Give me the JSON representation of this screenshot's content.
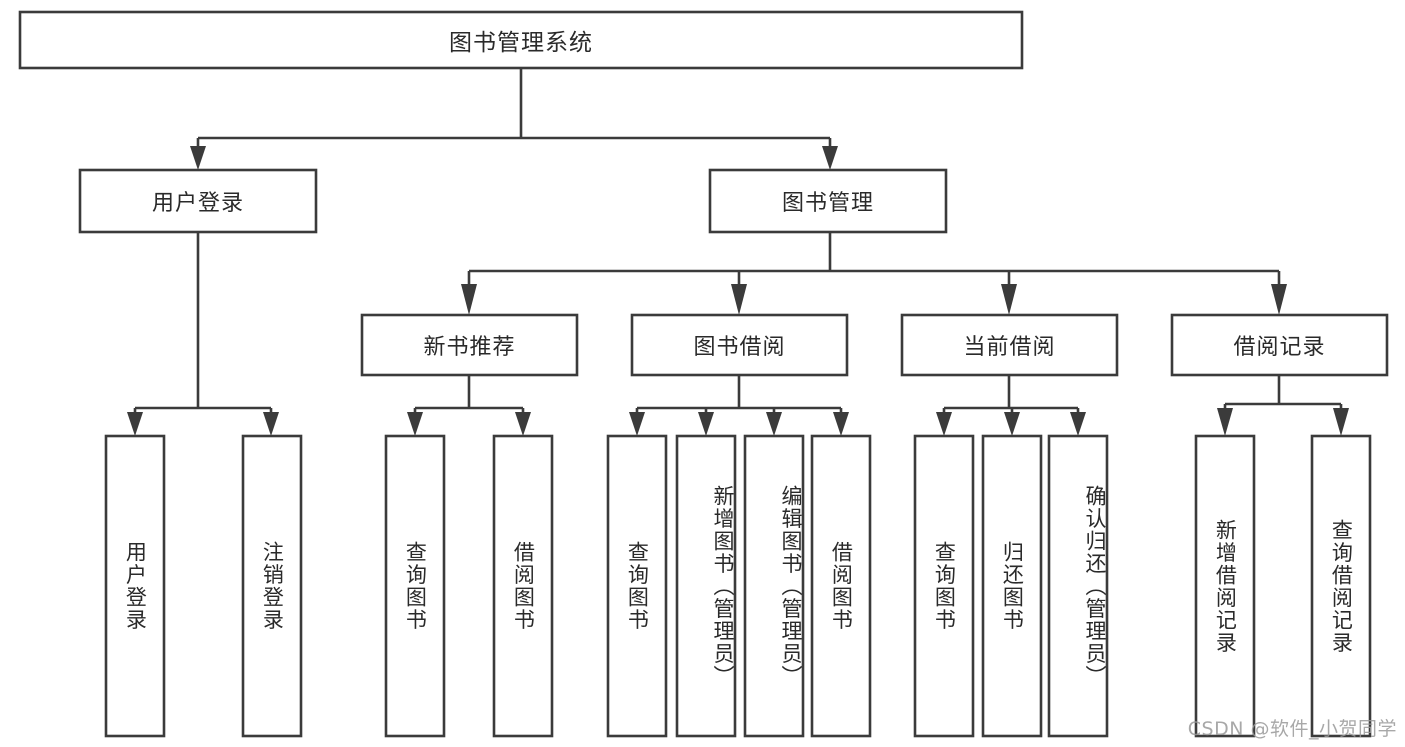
{
  "diagram": {
    "title": "图书管理系统",
    "type": "tree-hierarchy-chart",
    "watermark": "CSDN @软件_小贺同学",
    "colors": {
      "background": "#ffffff",
      "box_stroke": "#3b3b3b",
      "box_fill": "#ffffff",
      "text": "#2a2a2a",
      "watermark_text": "#9a9a9a"
    },
    "root": {
      "label": "图书管理系统"
    },
    "level2": [
      {
        "label": "用户登录"
      },
      {
        "label": "图书管理"
      }
    ],
    "level3": [
      {
        "label": "新书推荐"
      },
      {
        "label": "图书借阅"
      },
      {
        "label": "当前借阅"
      },
      {
        "label": "借阅记录"
      }
    ],
    "leaves": {
      "user_login": [
        {
          "label": "用户登录"
        },
        {
          "label": "注销登录"
        }
      ],
      "new_book_recommend": [
        {
          "label": "查询图书"
        },
        {
          "label": "借阅图书"
        }
      ],
      "book_borrow": [
        {
          "label": "查询图书"
        },
        {
          "label": "新增图书（管理员）"
        },
        {
          "label": "编辑图书（管理员）"
        },
        {
          "label": "借阅图书"
        }
      ],
      "current_borrow": [
        {
          "label": "查询图书"
        },
        {
          "label": "归还图书"
        },
        {
          "label": "确认归还（管理员）"
        }
      ],
      "borrow_record": [
        {
          "label": "新增借阅记录"
        },
        {
          "label": "查询借阅记录"
        }
      ]
    }
  }
}
